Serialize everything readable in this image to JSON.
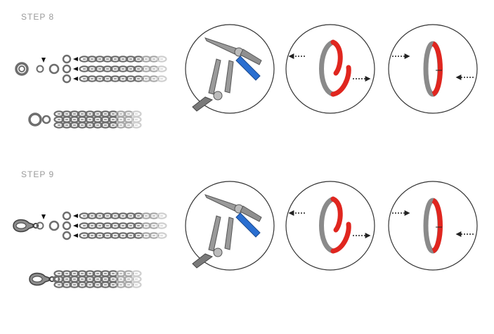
{
  "steps": [
    {
      "label": "STEP 8",
      "start": "ring"
    },
    {
      "label": "STEP 9",
      "start": "clasp"
    }
  ],
  "colors": {
    "metal": "#6e6e6e",
    "metal_dark": "#3f3f3f",
    "metal_fade": "#cfcfcf",
    "ring_red": "#e0261f",
    "ring_grey": "#8a8a8a",
    "plier_handle": "#2a6fd1",
    "plier_steel": "#9a9a9a",
    "circle_stroke": "#333333",
    "arrow": "#222222"
  },
  "icons": [
    "jump-ring-icon",
    "lobster-clasp-icon",
    "chain-strand-icon",
    "pliers-icon",
    "open-ring-icon",
    "closed-ring-icon",
    "arrow-icon"
  ]
}
